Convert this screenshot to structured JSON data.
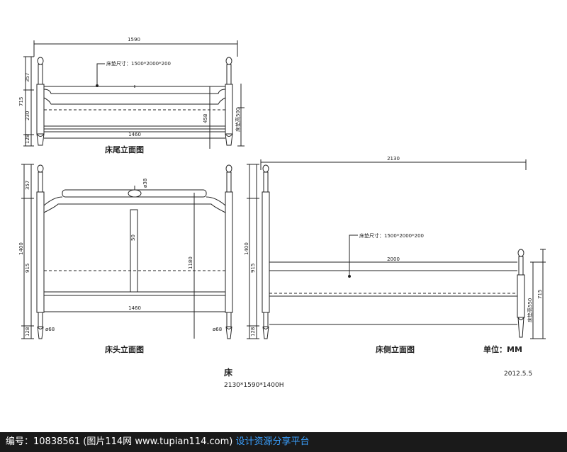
{
  "drawing": {
    "foot_view": {
      "title": "床尾立面图",
      "overall_width": "1590",
      "inner_width": "1460",
      "h_top": "357",
      "h_total": "715",
      "h_mid": "230",
      "h_bottom": "128",
      "h_inner": "458",
      "mattress_note": "床垫尺寸：1500*2000*200",
      "mattress_height_note": "床垫高500"
    },
    "head_view": {
      "title": "床头立面图",
      "inner_width": "1460",
      "h_top": "357",
      "h_total": "1400",
      "h_mid": "915",
      "h_bottom": "128",
      "h_inner": "1180",
      "rail_dia": "ø38",
      "slat_w": "50",
      "post_dia_left": "ø68",
      "post_dia_right": "ø68"
    },
    "side_view": {
      "title": "床侧立面图",
      "overall_length": "2130",
      "inner_length": "2000",
      "h_total": "1400",
      "h_mid": "915",
      "h_bottom": "128",
      "h_right": "715",
      "mattress_note": "床垫尺寸：1500*2000*200",
      "mattress_height_note": "床垫高550"
    },
    "unit_label": "单位：MM",
    "main_title": "床",
    "main_dims": "2130*1590*1400H",
    "date": "2012.5.5"
  },
  "footer": {
    "id_text": "编号：10838561 (图片114网 www.tupian114.com)",
    "tagline": "设计资源分享平台"
  },
  "colors": {
    "line": "#222222",
    "footer_bg": "#1a1a1a",
    "footer_text": "#ffffff",
    "footer_accent": "#3aa0ff"
  }
}
